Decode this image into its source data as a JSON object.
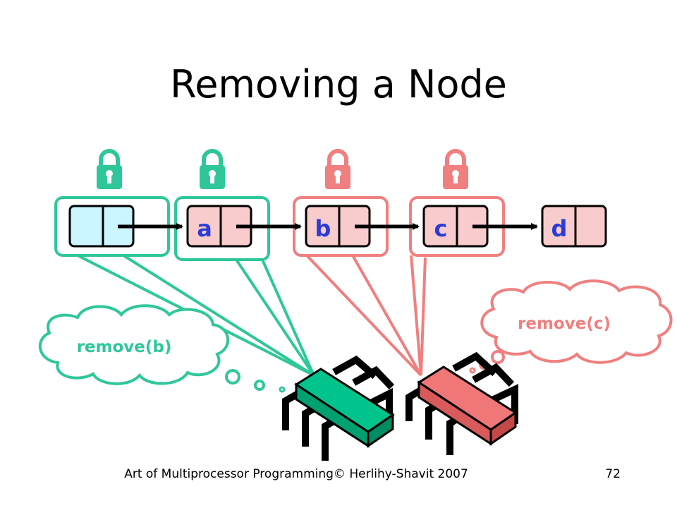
{
  "title": "Removing a Node",
  "footer": "Art of Multiprocessor Programming© Herlihy-Shavit 2007",
  "page_number": "72",
  "colors": {
    "green": "#2fc79a",
    "green_fill": "#00c48c",
    "red": "#f07f7f",
    "red_fill": "#f07777",
    "node_fill": "#f8cccc",
    "sentinel_fill": "#ccf6ff",
    "label_blue": "#2a3bd6"
  },
  "nodes": [
    {
      "id": "sentinel",
      "label": ""
    },
    {
      "id": "a",
      "label": "a"
    },
    {
      "id": "b",
      "label": "b"
    },
    {
      "id": "c",
      "label": "c"
    },
    {
      "id": "d",
      "label": "d"
    }
  ],
  "thoughts": {
    "left": "remove(b)",
    "right": "remove(c)"
  }
}
